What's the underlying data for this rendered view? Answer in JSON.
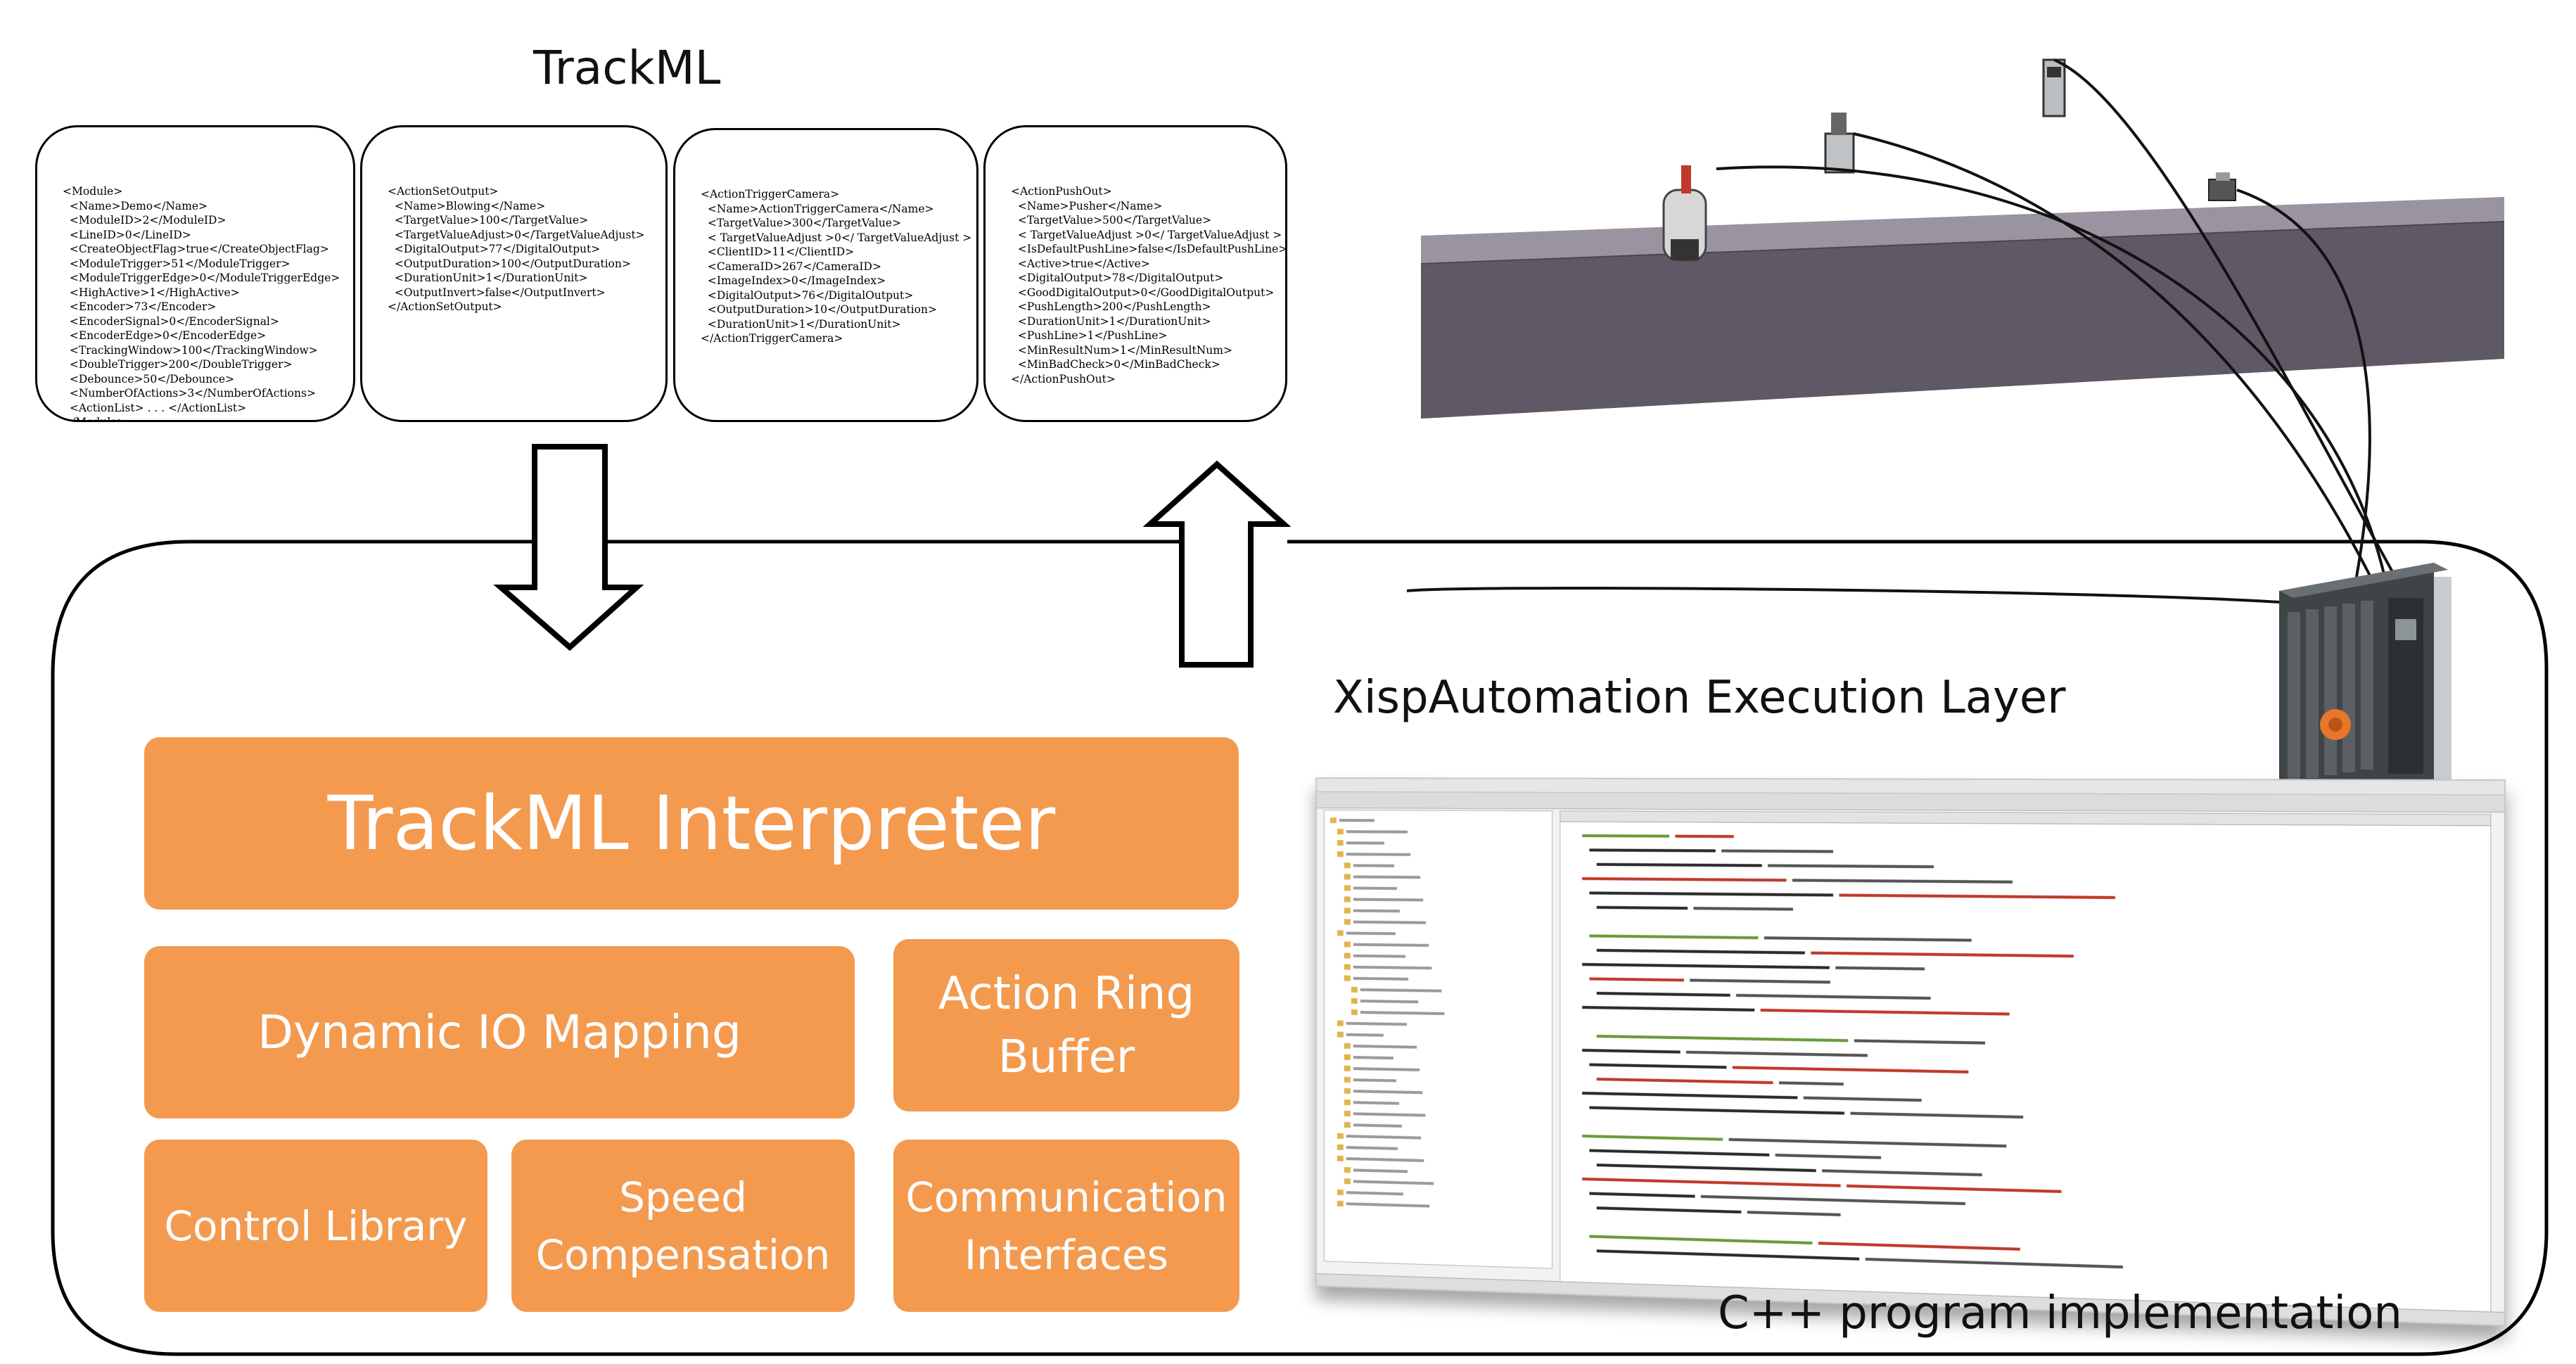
{
  "trackml_title": "TrackML",
  "xml_blocks": [
    [
      "<Module>",
      "  <Name>Demo</Name>",
      "  <ModuleID>2</ModuleID>",
      "  <LineID>0</LineID>",
      "  <CreateObjectFlag>true</CreateObjectFlag>",
      "  <ModuleTrigger>51</ModuleTrigger>",
      "  <ModuleTriggerEdge>0</ModuleTriggerEdge>",
      "  <HighActive>1</HighActive>",
      "  <Encoder>73</Encoder>",
      "  <EncoderSignal>0</EncoderSignal>",
      "  <EncoderEdge>0</EncoderEdge>",
      "  <TrackingWindow>100</TrackingWindow>",
      "  <DoubleTrigger>200</DoubleTrigger>",
      "  <Debounce>50</Debounce>",
      "  <NumberOfActions>3</NumberOfActions>",
      "  <ActionList> . . . </ActionList>",
      "</Module>"
    ],
    [
      "<ActionSetOutput>",
      "  <Name>Blowing</Name>",
      "  <TargetValue>100</TargetValue>",
      "  <TargetValueAdjust>0</TargetValueAdjust>",
      "  <DigitalOutput>77</DigitalOutput>",
      "  <OutputDuration>100</OutputDuration>",
      "  <DurationUnit>1</DurationUnit>",
      "  <OutputInvert>false</OutputInvert>",
      "</ActionSetOutput>"
    ],
    [
      "<ActionTriggerCamera>",
      "  <Name>ActionTriggerCamera</Name>",
      "  <TargetValue>300</TargetValue>",
      "  < TargetValueAdjust >0</ TargetValueAdjust >",
      "  <ClientID>11</ClientID>",
      "  <CameraID>267</CameraID>",
      "  <ImageIndex>0</ImageIndex>",
      "  <DigitalOutput>76</DigitalOutput>",
      "  <OutputDuration>10</OutputDuration>",
      "  <DurationUnit>1</DurationUnit>",
      "</ActionTriggerCamera>"
    ],
    [
      "<ActionPushOut>",
      "  <Name>Pusher</Name>",
      "  <TargetValue>500</TargetValue>",
      "  < TargetValueAdjust >0</ TargetValueAdjust >",
      "  <IsDefaultPushLine>false</IsDefaultPushLine>",
      "  <Active>true</Active>",
      "  <DigitalOutput>78</DigitalOutput>",
      "  <GoodDigitalOutput>0</GoodDigitalOutput>",
      "  <PushLength>200</PushLength>",
      "  <DurationUnit>1</DurationUnit>",
      "  <PushLine>1</PushLine>",
      "  <MinResultNum>1</MinResultNum>",
      "  <MinBadCheck>0</MinBadCheck>",
      "</ActionPushOut>"
    ]
  ],
  "execution_layer_label": "XispAutomation Execution Layer",
  "interpreter": {
    "title": "TrackML Interpreter",
    "dynamic_io": "Dynamic IO Mapping",
    "action_ring_line1": "Action Ring",
    "action_ring_line2": "Buffer",
    "control_library": "Control Library",
    "speed_line1": "Speed",
    "speed_line2": "Compensation",
    "comm_line1": "Communication",
    "comm_line2": "Interfaces"
  },
  "cpp_label": "C++ program implementation",
  "colors": {
    "orange": "#f39a4f",
    "beam": "#6f6a74",
    "plc": "#4a4f52",
    "accent_orange": "#e8762a"
  }
}
